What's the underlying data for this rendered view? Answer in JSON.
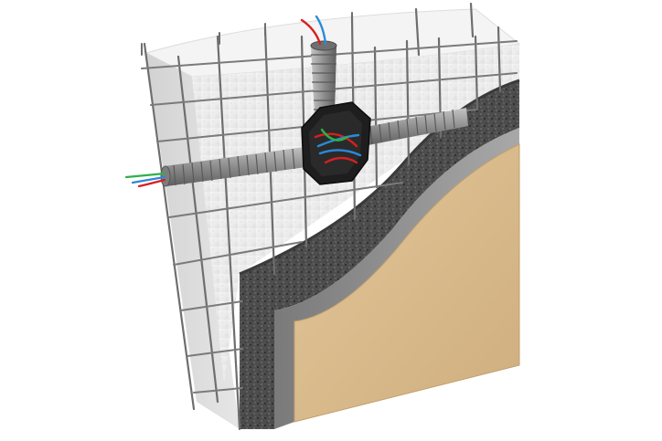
{
  "scene": {
    "subject": "wall-cutaway",
    "layers": [
      "foam-insulation-panel",
      "steel-wire-mesh",
      "rough-concrete-layer",
      "smooth-plaster-layer",
      "beige-finish-layer"
    ],
    "electrical": [
      "corrugated-conduit",
      "junction-box",
      "wires"
    ],
    "colors": {
      "background": "#ffffff",
      "foam": "#ececec",
      "foam_side": "#d8d8d8",
      "mesh": "#6e6e6e",
      "concrete": "#4a4a4a",
      "plaster": "#8f8f8f",
      "finish": "#d8b98c",
      "conduit": "#9a9a9a",
      "box": "#1e1e1e",
      "wire_red": "#d62020",
      "wire_blue": "#2a8ad8",
      "wire_green": "#2fb04a"
    }
  }
}
